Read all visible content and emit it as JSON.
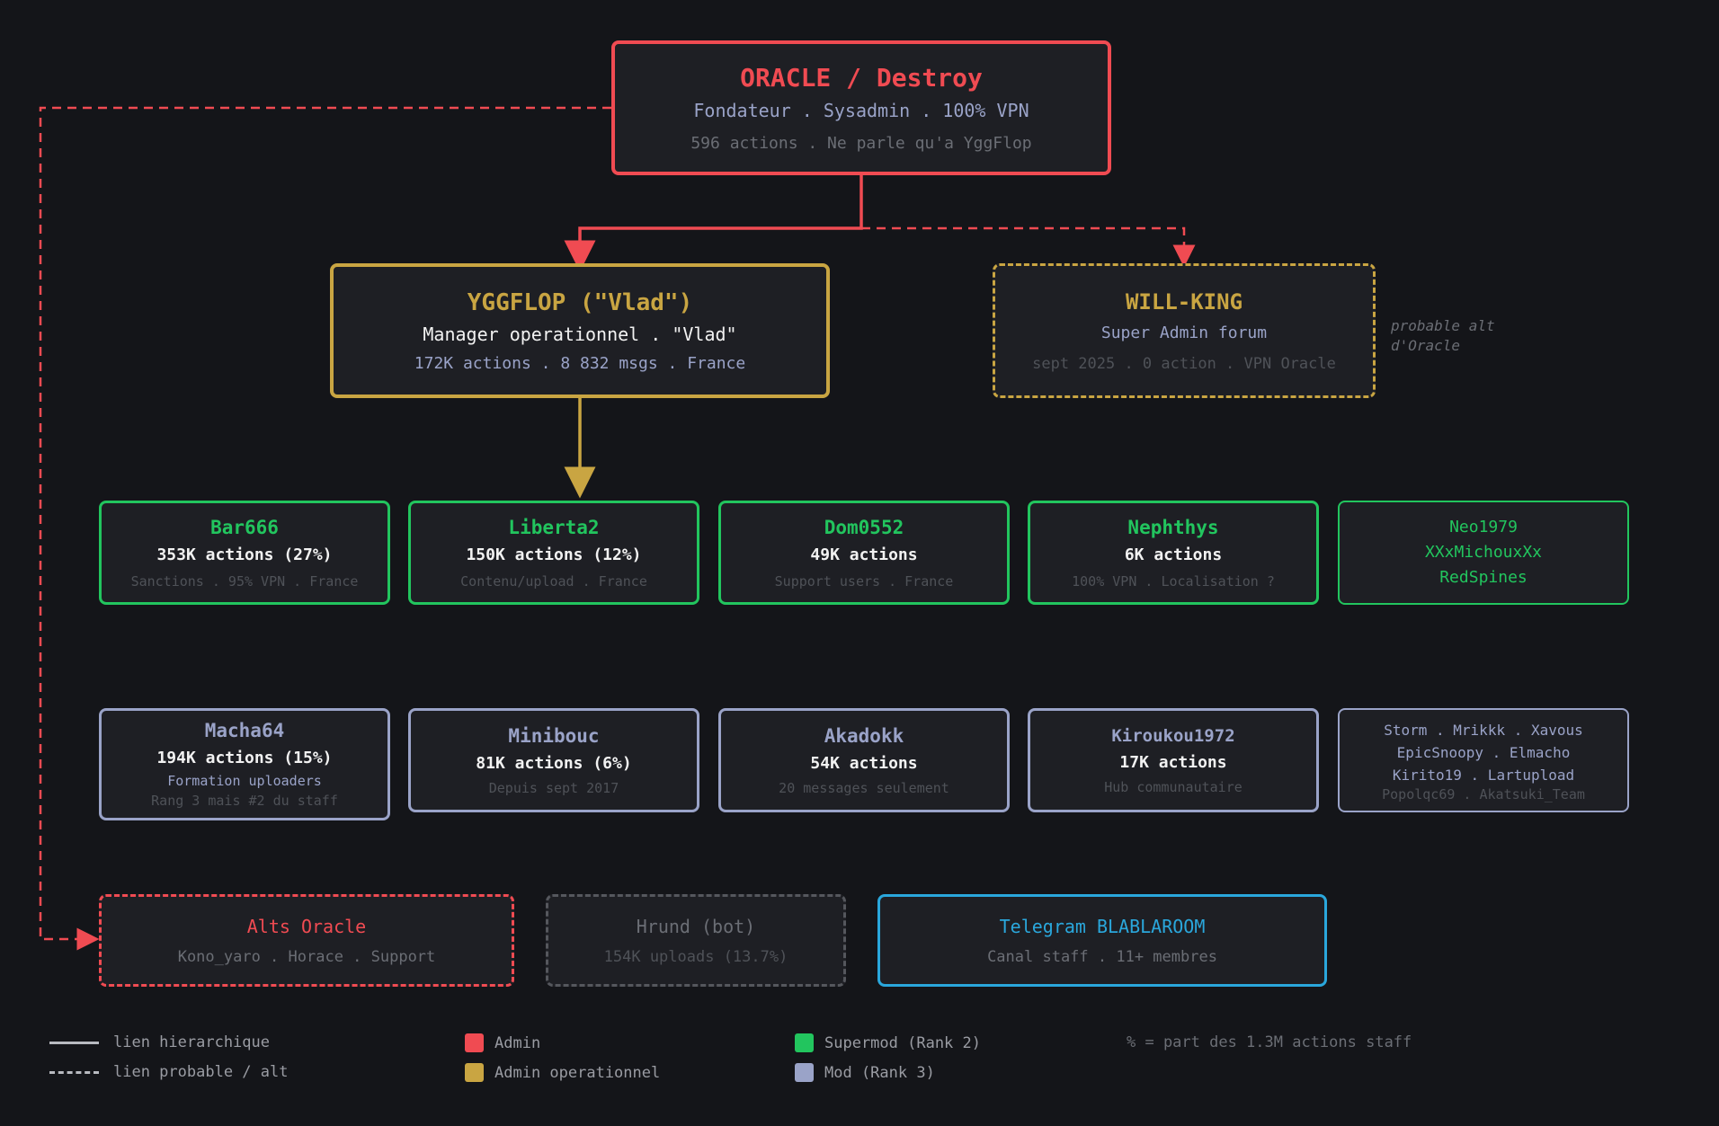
{
  "nodes": {
    "oracle": {
      "title": "ORACLE / Destroy",
      "role": "Fondateur . Sysadmin . 100% VPN",
      "meta": "596 actions . Ne parle qu'a YggFlop"
    },
    "yggflop": {
      "title": "YGGFLOP (\"Vlad\")",
      "role": "Manager operationnel . \"Vlad\"",
      "meta": "172K actions . 8 832 msgs . France"
    },
    "willking": {
      "title": "WILL-KING",
      "role": "Super Admin forum",
      "meta": "sept 2025 . 0 action . VPN Oracle",
      "note_line1": "probable alt",
      "note_line2": "d'Oracle"
    },
    "supermods": [
      {
        "name": "Bar666",
        "actions": "353K actions (27%)",
        "meta": "Sanctions . 95% VPN . France"
      },
      {
        "name": "Liberta2",
        "actions": "150K actions (12%)",
        "meta": "Contenu/upload . France"
      },
      {
        "name": "Dom0552",
        "actions": "49K actions",
        "meta": "Support users . France"
      },
      {
        "name": "Nephthys",
        "actions": "6K actions",
        "meta": "100% VPN . Localisation ?"
      }
    ],
    "supermods_other": [
      "Neo1979",
      "XXxMichouxXx",
      "RedSpines"
    ],
    "mods": [
      {
        "name": "Macha64",
        "actions": "194K actions (15%)",
        "meta": "Formation uploaders",
        "meta2": "Rang 3 mais #2 du staff"
      },
      {
        "name": "Minibouc",
        "actions": "81K actions (6%)",
        "meta": "Depuis sept 2017"
      },
      {
        "name": "Akadokk",
        "actions": "54K actions",
        "meta": "20 messages seulement"
      },
      {
        "name": "Kiroukou1972",
        "actions": "17K actions",
        "meta": "Hub communautaire"
      }
    ],
    "mods_other": [
      "Storm . Mrikkk . Xavous",
      "EpicSnoopy . Elmacho",
      "Kirito19 . Lartupload",
      "Popolqc69 . Akatsuki_Team"
    ],
    "alts": {
      "title": "Alts Oracle",
      "meta": "Kono_yaro . Horace . Support"
    },
    "hrund": {
      "title": "Hrund (bot)",
      "meta": "154K uploads (13.7%)"
    },
    "telegram": {
      "title": "Telegram BLABLAROOM",
      "meta": "Canal staff . 11+ membres"
    }
  },
  "legend": {
    "solid": "lien hierarchique",
    "dashed": "lien probable / alt",
    "admin": "Admin",
    "admin_op": "Admin operationnel",
    "supermod": "Supermod (Rank 2)",
    "mod": "Mod (Rank 3)",
    "note": "% = part des 1.3M actions staff"
  },
  "colors": {
    "admin": "#f04b52",
    "admin_op": "#c9a542",
    "supermod": "#22c55e",
    "mod": "#9aa3c8",
    "telegram": "#2aa7dc",
    "background": "#141519"
  }
}
